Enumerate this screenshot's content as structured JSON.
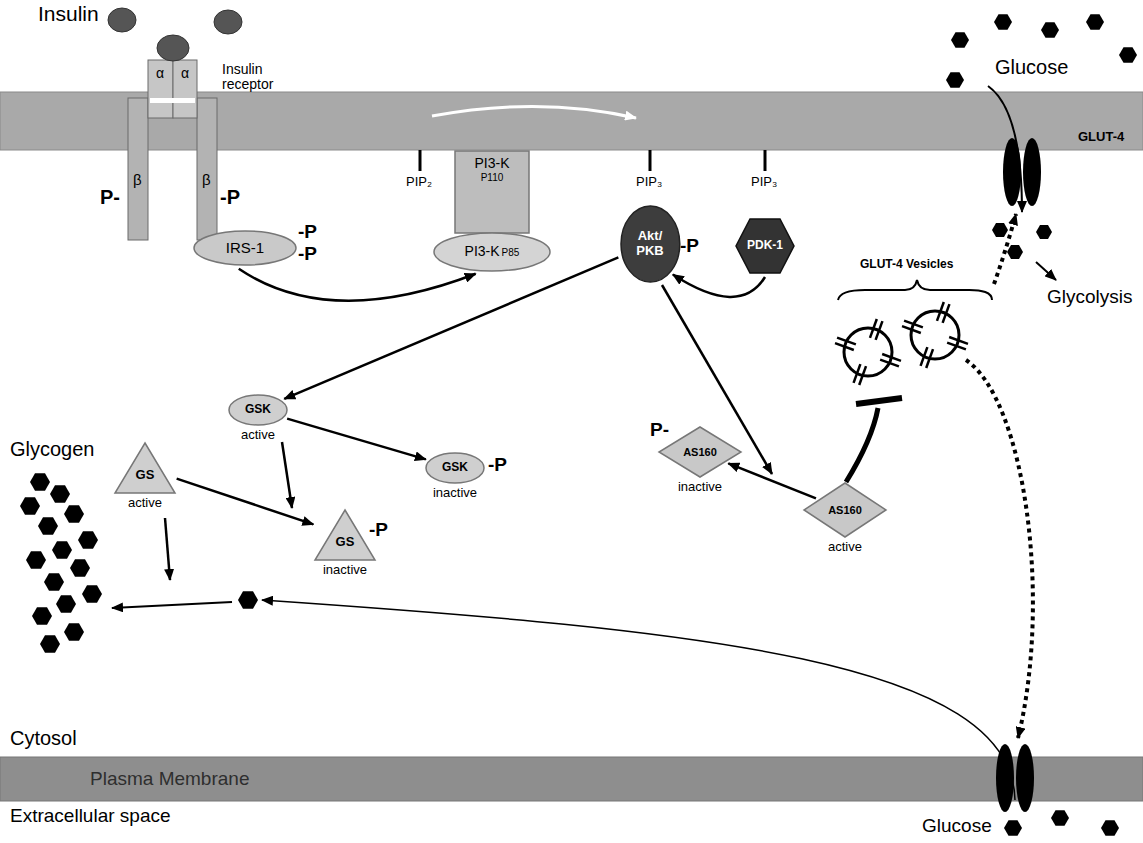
{
  "diagram": {
    "nodes": [
      {
        "text": [
          "IRS-1"
        ]
      },
      {
        "text": [
          "PI3-K",
          "P110"
        ]
      },
      {
        "text": [
          "PI3-K",
          "P85"
        ]
      },
      {
        "text": [
          "Akt/ PKB"
        ]
      },
      {
        "text": [
          "PDK-1"
        ]
      },
      {
        "text": [
          "GSK",
          "active"
        ]
      },
      {
        "text": [
          "GSK",
          "inactive"
        ]
      },
      {
        "text": [
          "GS",
          "active"
        ]
      },
      {
        "text": [
          "GS",
          "inactive"
        ]
      },
      {
        "text": [
          "AS160",
          "inactive"
        ]
      },
      {
        "text": [
          "AS160",
          "active"
        ]
      },
      {
        "text": [
          "Plasma Membrane"
        ]
      }
    ],
    "edges": [
      {
        "from": 0,
        "to": 2,
        "arrow": "to"
      },
      {
        "from": 4,
        "to": 3,
        "arrow": "to"
      },
      {
        "from": 3,
        "to": 5,
        "arrow": "to"
      },
      {
        "from": 5,
        "to": 6,
        "arrow": "to"
      },
      {
        "from": 7,
        "to": 8,
        "arrow": "to"
      },
      {
        "from": 10,
        "to": 9,
        "arrow": "to"
      }
    ],
    "labels": [
      "Insulin",
      "α",
      "α",
      "Insulin receptor",
      "β",
      "β",
      "P-",
      "-P",
      "-P",
      "-P",
      "PIP₂",
      "PIP₃",
      "PIP₃",
      "-P",
      "Glucose",
      "GLUT-4",
      "GLUT-4 Vesicles",
      "Glycolysis",
      "Glycogen",
      "-P",
      "-P",
      "P-",
      "Cytosol",
      "Extracellular space",
      "Glucose"
    ]
  }
}
